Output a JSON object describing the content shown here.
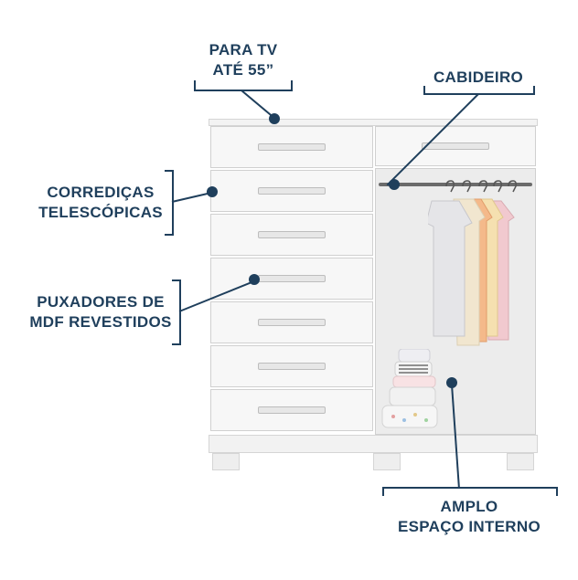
{
  "labels": {
    "tv": [
      "PARA TV",
      "ATÉ 55”"
    ],
    "cabideiro": [
      "CABIDEIRO"
    ],
    "corredicas": [
      "CORREDIÇAS",
      "TELESCÓPICAS"
    ],
    "puxadores": [
      "PUXADORES DE",
      "MDF REVESTIDOS"
    ],
    "amplo": [
      "AMPLO",
      "ESPAÇO INTERNO"
    ]
  },
  "colors": {
    "accent": "#1f3f5c",
    "furniture": "#f7f7f7"
  },
  "drawer_count": 7
}
